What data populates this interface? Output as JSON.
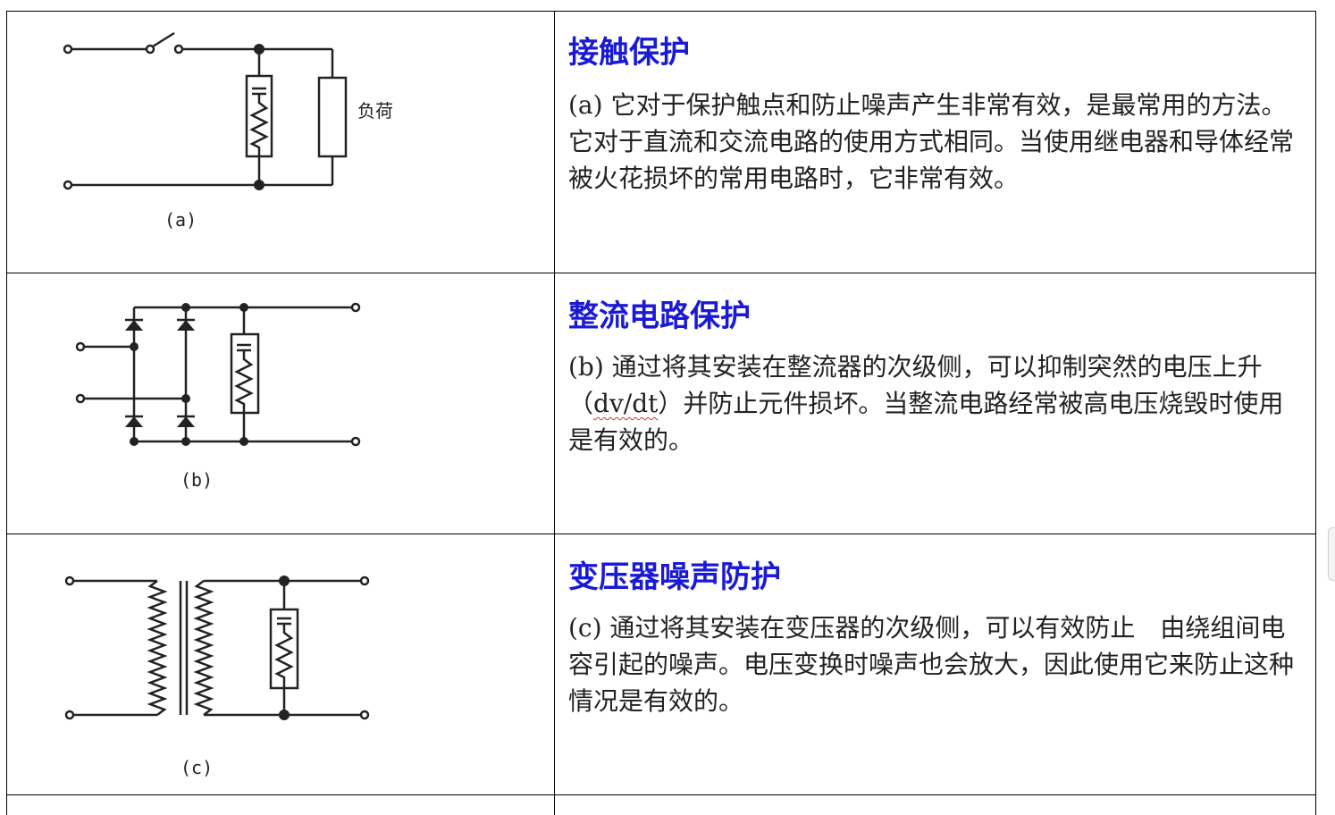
{
  "rows": [
    {
      "caption": "(a)",
      "load_label": "负荷",
      "heading": "接触保护",
      "paragraphs": [
        "(a) 它对于保护触点和防止噪声产生非常有效，是最常用的方法。",
        "它对于直流和交流电路的使用方式相同。当使用继电器和导体经常被火花损坏的常用电路时，它非常有效。"
      ]
    },
    {
      "caption": "(b)",
      "heading": "整流电路保护",
      "body_before": "(b) 通过将其安装在整流器的次级侧，可以抑制突然的电压上升（",
      "body_marked": "dv/dt",
      "body_after": "）并防止元件损坏。当整流电路经常被高电压烧毁时使用是有效的。"
    },
    {
      "caption": "(c)",
      "heading": "变压器噪声防护",
      "paragraphs": [
        "(c) 通过将其安装在变压器的次级侧，可以有效防止　由绕组间电容引起的噪声。电压变换时噪声也会放大，因此使用它来防止这种情况是有效的。"
      ]
    }
  ],
  "colors": {
    "heading": "#1a1ad6",
    "border": "#000000",
    "squiggle": "#cc3333"
  }
}
